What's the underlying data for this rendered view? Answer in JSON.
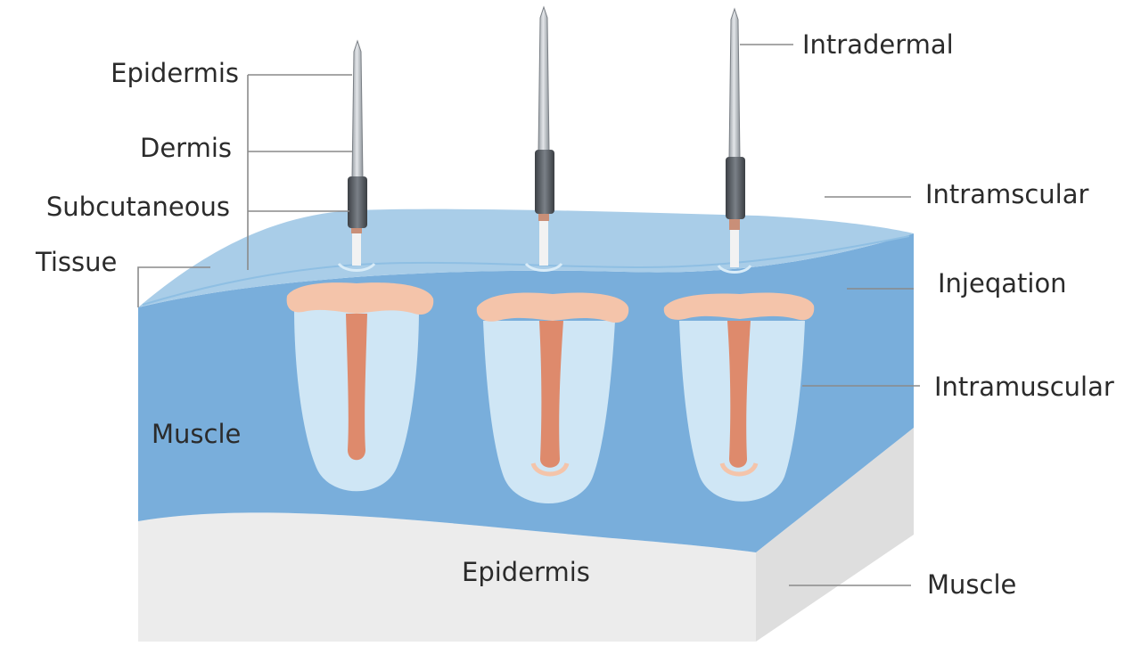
{
  "labels": {
    "left": {
      "epidermis": "Epidermis",
      "dermis": "Dermis",
      "subcutaneous": "Subcutaneous",
      "tissue": "Tissue",
      "muscle": "Muscle"
    },
    "right": {
      "intradermal": "Intradermal",
      "intramscular": "Intramscular",
      "injeqation": "Injeqation",
      "intramuscular": "Intramuscular",
      "muscle": "Muscle"
    },
    "bottom": {
      "epidermis": "Epidermis"
    }
  },
  "colors": {
    "skin_top": "#a9cde8",
    "muscle_blue": "#79aedb",
    "base_white": "#ececec",
    "base_side": "#dcdcdc",
    "follicle": "#cfe6f5",
    "pink": "#f4c4aa",
    "root_red": "#de8a6c",
    "needle_dark": "#555a60",
    "needle_steel": "#c4c8cc"
  }
}
